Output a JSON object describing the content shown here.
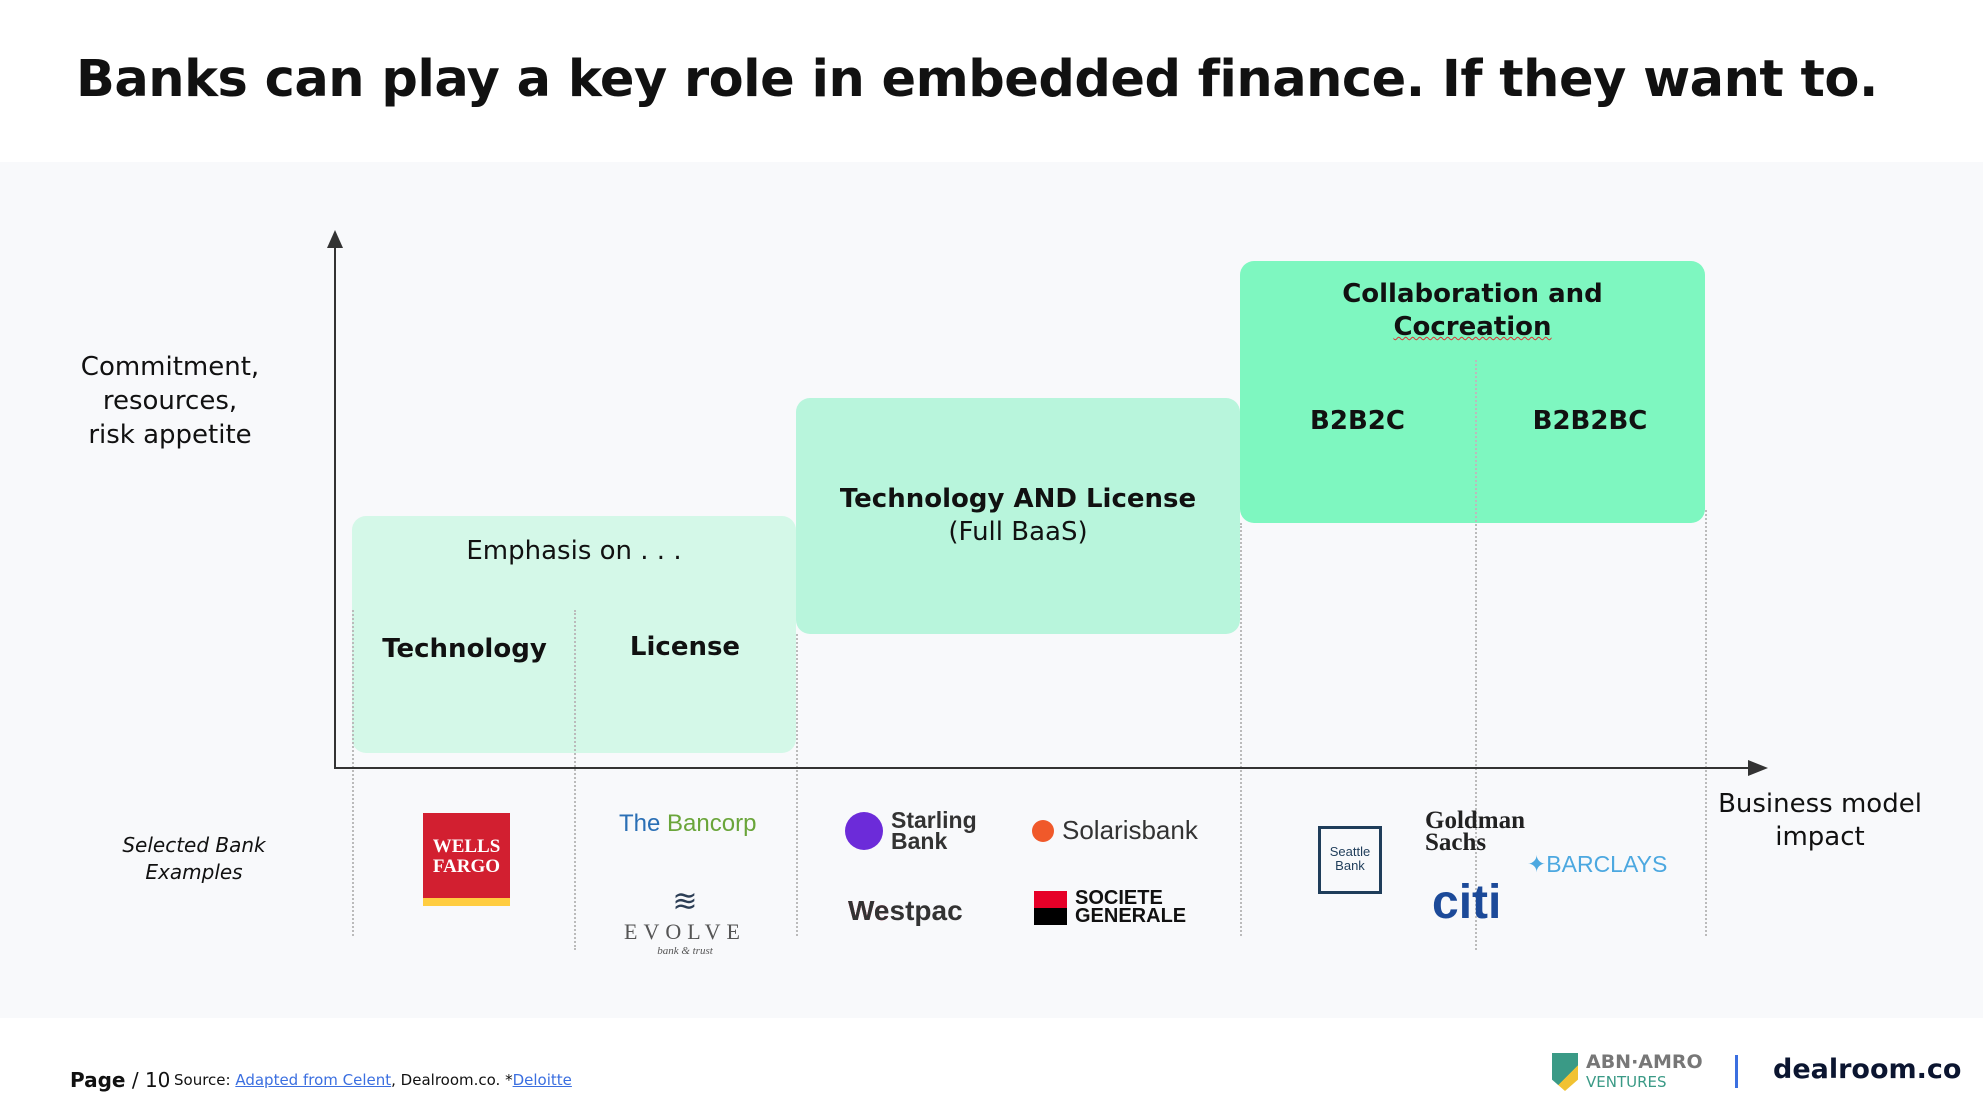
{
  "title": "Banks can play a key role in embedded finance. If they want to.",
  "y_axis_label": [
    "Commitment, resources,",
    "risk appetite"
  ],
  "x_axis_label": [
    "Business model",
    "impact"
  ],
  "examples_label": [
    "Selected Bank",
    "Examples"
  ],
  "stage1": {
    "heading": "Emphasis on . . .",
    "left": "Technology",
    "right": "License"
  },
  "stage2": {
    "heading": "Technology AND License",
    "sub": "(Full BaaS)"
  },
  "stage3": {
    "heading": [
      "Collaboration and",
      "Cocreation"
    ],
    "left": "B2B2C",
    "right": "B2B2BC"
  },
  "banks": {
    "wells_fargo": [
      "WELLS",
      "FARGO"
    ],
    "bancorp": [
      "The ",
      "Bancorp"
    ],
    "evolve": [
      "EVOLVE",
      "bank & trust"
    ],
    "starling": [
      "Starling",
      "Bank"
    ],
    "solarisbank": "Solarisbank",
    "westpac": "Westpac",
    "societe_generale": [
      "SOCIETE",
      "GENERALE"
    ],
    "seattle_bank": [
      "Seattle",
      "Bank"
    ],
    "goldman": [
      "Goldman",
      "Sachs"
    ],
    "barclays": "BARCLAYS",
    "citi": "citi"
  },
  "footer": {
    "page_label": "Page",
    "page_sep": " / ",
    "page_number": "10",
    "source_label": "Source: ",
    "source_link1": "Adapted from Celent",
    "source_mid": ", Dealroom.co. *",
    "source_link2": "Deloitte",
    "abn": "ABN·AMRO",
    "ventures": "VENTURES",
    "dealroom": "dealroom.co"
  },
  "colors": {
    "stage1": "#d4f8e8",
    "stage2": "#b8f5dc",
    "stage3": "#7ef7c0",
    "link": "#3b6fe0"
  }
}
